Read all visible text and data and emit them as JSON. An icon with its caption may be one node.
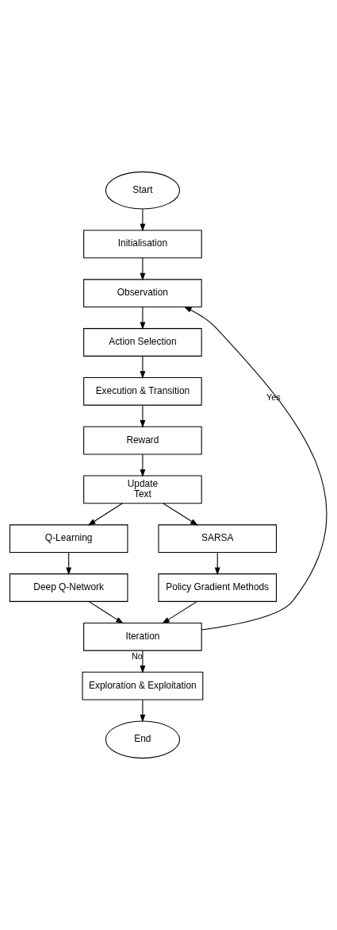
{
  "diagram": {
    "nodes": [
      {
        "text": [
          "Start"
        ]
      },
      {
        "text": [
          "Initialisation"
        ]
      },
      {
        "text": [
          "Observation"
        ]
      },
      {
        "text": [
          "Action Selection"
        ]
      },
      {
        "text": [
          "Execution & Transition"
        ]
      },
      {
        "text": [
          "Reward"
        ]
      },
      {
        "text": [
          "Update",
          "Text"
        ]
      },
      {
        "text": [
          "Q-Learning"
        ]
      },
      {
        "text": [
          "SARSA"
        ]
      },
      {
        "text": [
          "Deep Q-Network"
        ]
      },
      {
        "text": [
          "Policy Gradient Methods"
        ]
      },
      {
        "text": [
          "Iteration"
        ]
      },
      {
        "text": [
          "Exploration & Exploitation"
        ]
      },
      {
        "text": [
          "End"
        ]
      }
    ],
    "edges": [
      {
        "from": 0,
        "to": 1,
        "arrow": "to"
      },
      {
        "from": 1,
        "to": 2,
        "arrow": "to"
      },
      {
        "from": 2,
        "to": 3,
        "arrow": "to"
      },
      {
        "from": 3,
        "to": 4,
        "arrow": "to"
      },
      {
        "from": 4,
        "to": 5,
        "arrow": "to"
      },
      {
        "from": 5,
        "to": 6,
        "arrow": "to"
      },
      {
        "from": 6,
        "to": 7,
        "arrow": "to"
      },
      {
        "from": 6,
        "to": 8,
        "arrow": "to"
      },
      {
        "from": 7,
        "to": 9,
        "arrow": "to"
      },
      {
        "from": 8,
        "to": 10,
        "arrow": "to"
      },
      {
        "from": 9,
        "to": 11,
        "arrow": "to"
      },
      {
        "from": 10,
        "to": 11,
        "arrow": "to"
      },
      {
        "from": 11,
        "to": 2,
        "label": "Yes",
        "arrow": "to"
      },
      {
        "from": 11,
        "to": 12,
        "label": "No",
        "arrow": "to"
      },
      {
        "from": 12,
        "to": 13,
        "arrow": "to"
      }
    ]
  }
}
